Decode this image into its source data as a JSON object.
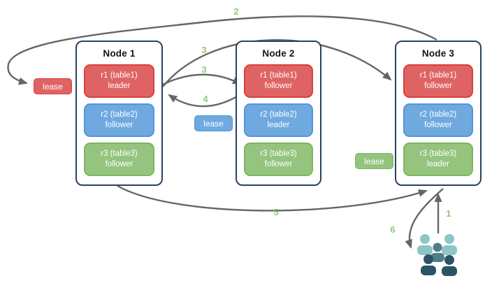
{
  "diagram": {
    "nodes": [
      {
        "title": "Node 1",
        "replicas": [
          {
            "name": "r1 (table1)",
            "role": "leader",
            "color": "#e06363"
          },
          {
            "name": "r2 (table2)",
            "role": "follower",
            "color": "#6fa9e0"
          },
          {
            "name": "r3 (table3)",
            "role": "follower",
            "color": "#94c47e"
          }
        ]
      },
      {
        "title": "Node 2",
        "replicas": [
          {
            "name": "r1 (table1)",
            "role": "follower",
            "color": "#e06363"
          },
          {
            "name": "r2 (table2)",
            "role": "leader",
            "color": "#6fa9e0"
          },
          {
            "name": "r3 (table3)",
            "role": "follower",
            "color": "#94c47e"
          }
        ]
      },
      {
        "title": "Node 3",
        "replicas": [
          {
            "name": "r1 (table1)",
            "role": "follower",
            "color": "#e06363"
          },
          {
            "name": "r2 (table2)",
            "role": "follower",
            "color": "#6fa9e0"
          },
          {
            "name": "r3 (table3)",
            "role": "leader",
            "color": "#94c47e"
          }
        ]
      }
    ],
    "leases": [
      {
        "label": "lease",
        "variant": "red",
        "color": "#e06363"
      },
      {
        "label": "lease",
        "variant": "blue",
        "color": "#6fa9e0"
      },
      {
        "label": "lease",
        "variant": "green",
        "color": "#94c47e"
      }
    ],
    "steps": {
      "s1": "1",
      "s2": "2",
      "s3a": "3",
      "s3b": "3",
      "s4": "4",
      "s5": "5",
      "s6": "6"
    },
    "colors": {
      "step_label": "#93c47d",
      "arrow": "#666666",
      "node_border": "#2b4162",
      "users_light": "#8ec5c5",
      "users_medium": "#4e7e8c",
      "users_dark": "#2c5364"
    }
  }
}
